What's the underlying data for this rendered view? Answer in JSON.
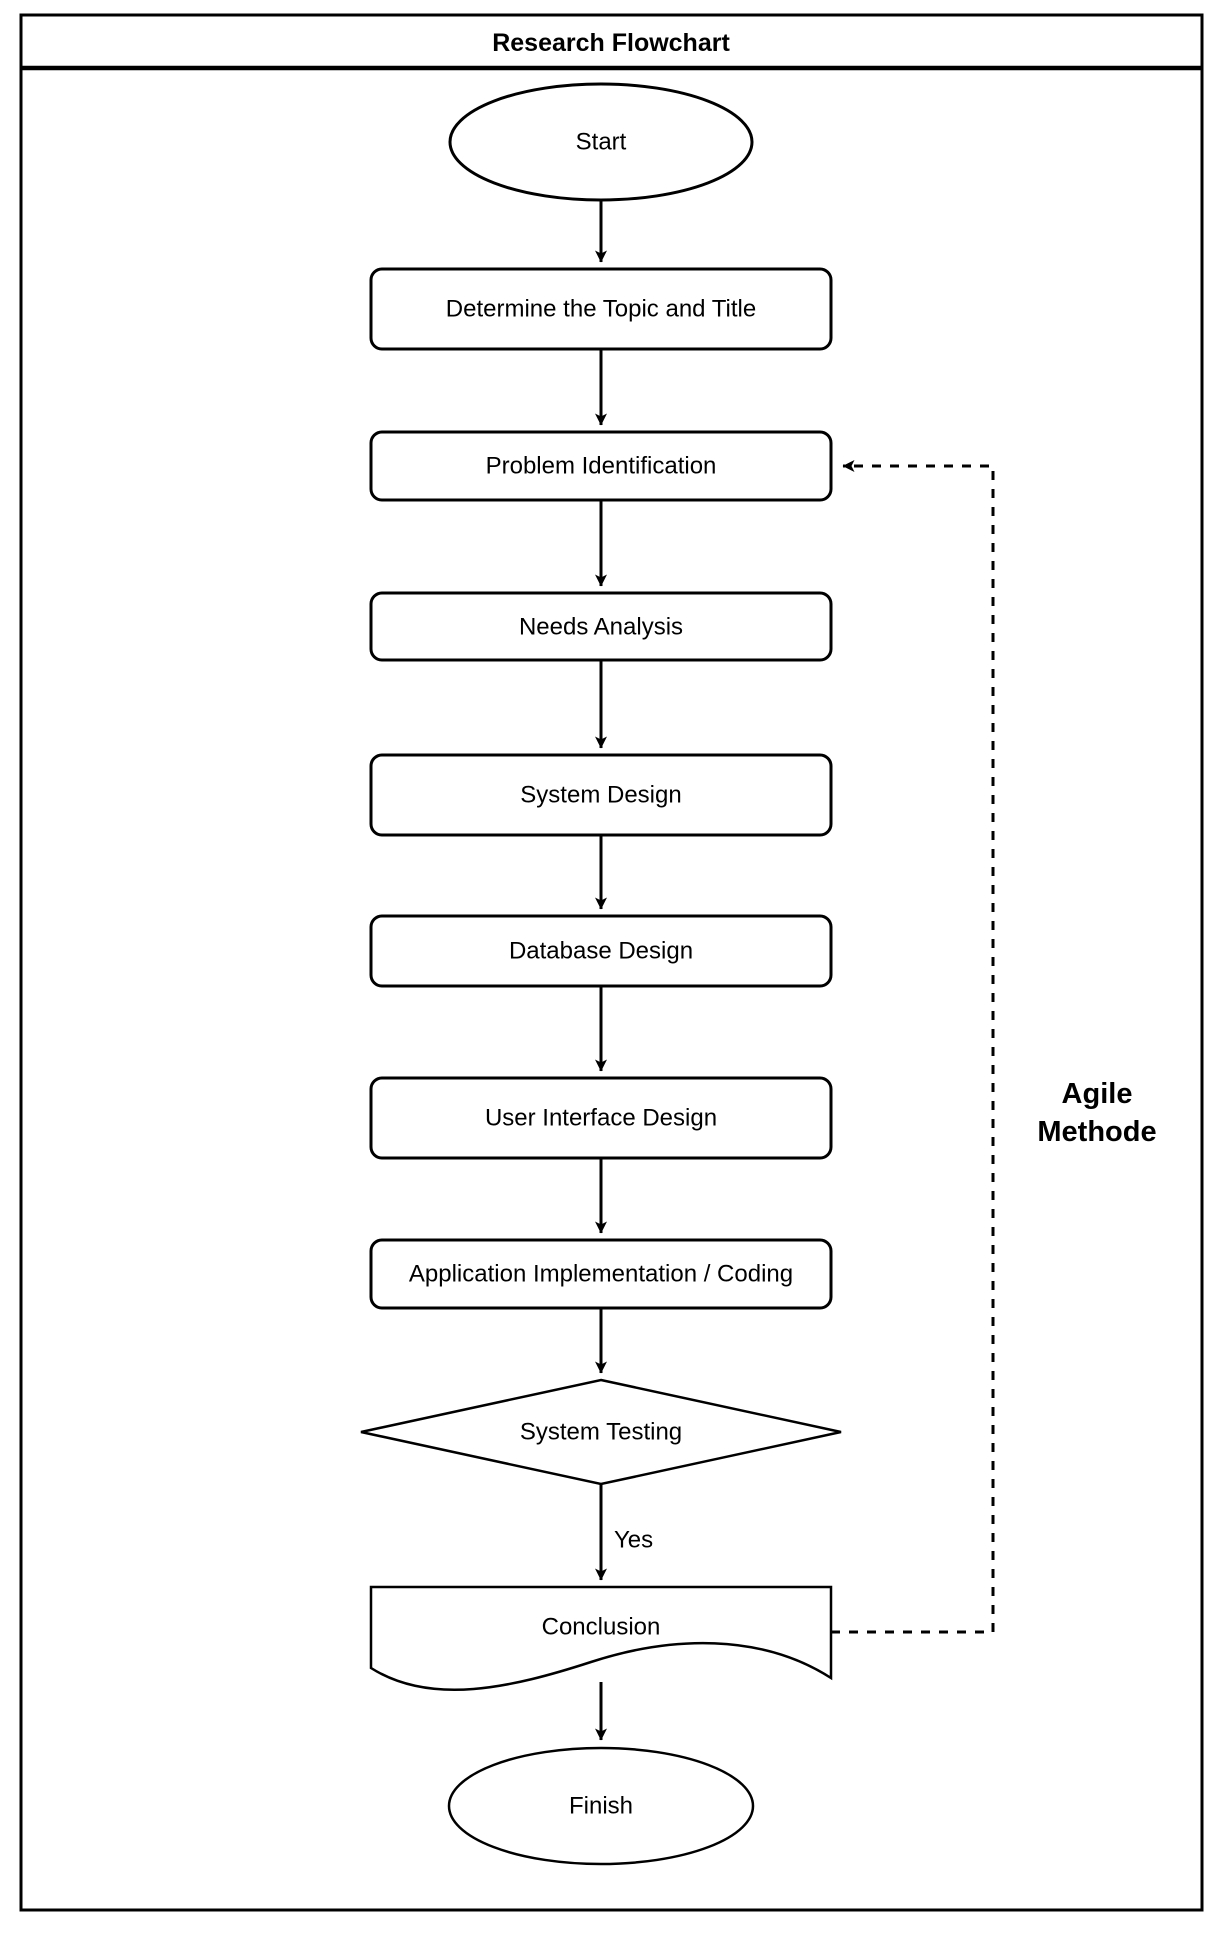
{
  "page": {
    "title": "Research Flowchart"
  },
  "colors": {
    "stroke": "#000000",
    "shape_fill": "#ffffff",
    "background": "#ffffff"
  },
  "nodes": {
    "start": {
      "type": "terminator",
      "label": "Start"
    },
    "topic": {
      "type": "process",
      "label": "Determine the Topic and Title"
    },
    "problem": {
      "type": "process",
      "label": "Problem Identification"
    },
    "needs": {
      "type": "process",
      "label": "Needs Analysis"
    },
    "system_design": {
      "type": "process",
      "label": "System Design"
    },
    "database_design": {
      "type": "process",
      "label": "Database Design"
    },
    "ui_design": {
      "type": "process",
      "label": "User Interface Design"
    },
    "implementation": {
      "type": "process",
      "label": "Application Implementation / Coding"
    },
    "testing": {
      "type": "decision",
      "label": "System Testing"
    },
    "conclusion": {
      "type": "document",
      "label": "Conclusion"
    },
    "finish": {
      "type": "terminator",
      "label": "Finish"
    }
  },
  "edges": {
    "yes_label": "Yes"
  },
  "annotation": {
    "line1": "Agile",
    "line2": "Methode"
  }
}
